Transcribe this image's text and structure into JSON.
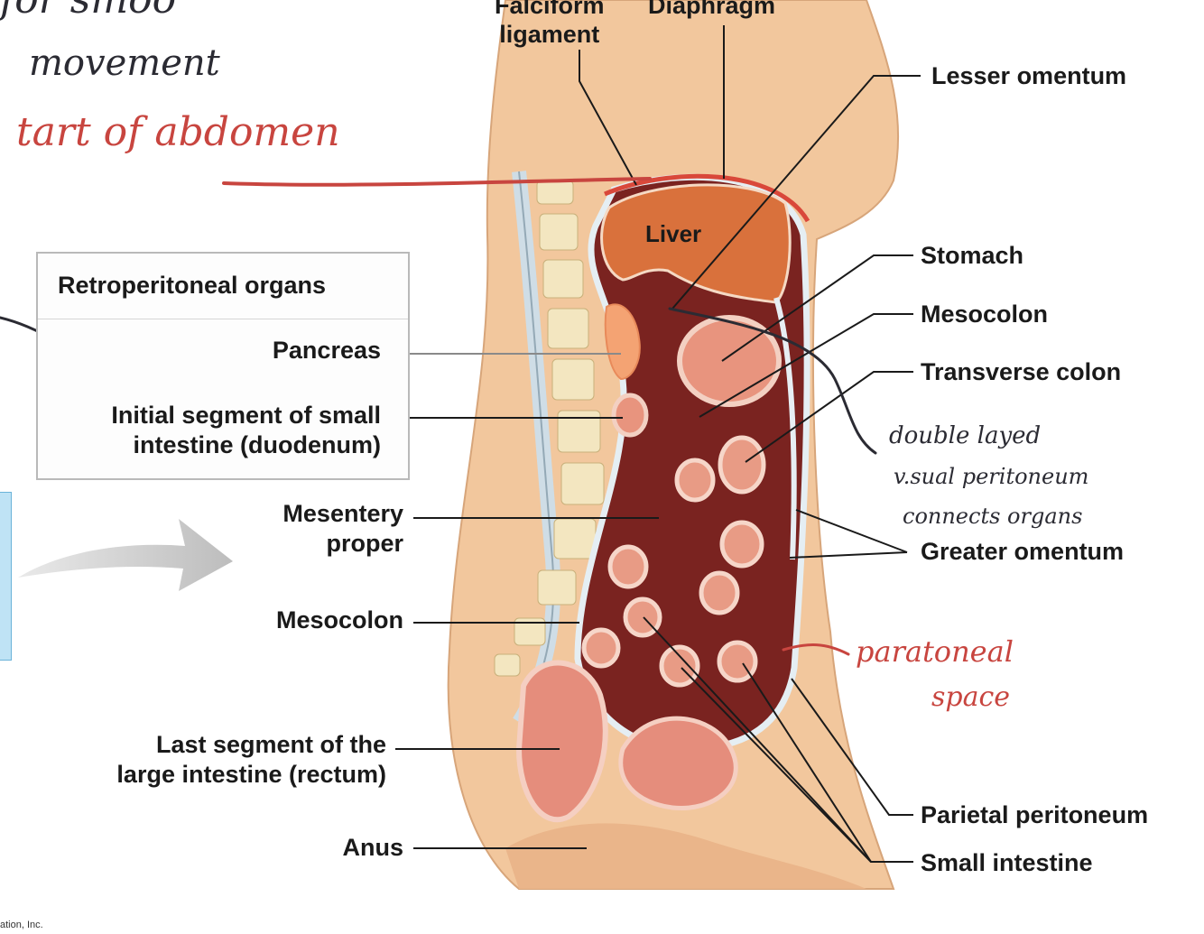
{
  "labels": {
    "falciform": "Falciform\nligament",
    "diaphragm": "Diaphragm",
    "lesser_omentum": "Lesser omentum",
    "liver": "Liver",
    "stomach": "Stomach",
    "mesocolon_right": "Mesocolon",
    "transverse_colon": "Transverse colon",
    "greater_omentum": "Greater omentum",
    "parietal_peritoneum": "Parietal peritoneum",
    "small_intestine": "Small intestine",
    "mesentery_proper": "Mesentery\nproper",
    "mesocolon_left": "Mesocolon",
    "rectum": "Last segment of the\nlarge intestine (rectum)",
    "anus": "Anus"
  },
  "retroperitoneal_box": {
    "title": "Retroperitoneal organs",
    "pancreas": "Pancreas",
    "duodenum": "Initial segment of small\nintestine (duodenum)"
  },
  "handwriting": {
    "line1": "for smoo",
    "line2": "movement",
    "line3": "tart of abdomen",
    "double_layer_1": "double layed",
    "double_layer_2": "v.sual peritoneum",
    "double_layer_3": "connects organs",
    "paratonal_1": "paratoneal",
    "paratonal_2": "space"
  },
  "copyright": "ation, Inc.",
  "colors": {
    "skin": "#f2c79d",
    "cavity": "#7a2320",
    "liver": "#d9713c",
    "peritoneum": "#dfe8ee",
    "red_ink": "#c8453f"
  }
}
